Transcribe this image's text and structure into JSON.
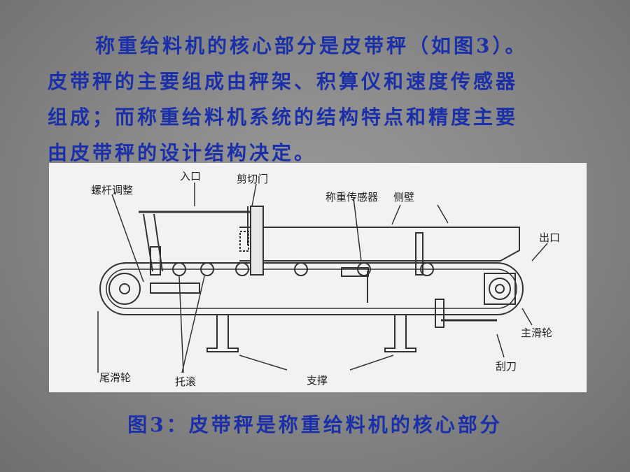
{
  "paragraph": {
    "line1": "称重给料机的核心部分是皮带秤（如图3）。",
    "line2": "皮带秤的主要组成由秤架、积算仪和速度传感器",
    "line3": "组成；而称重给料机系统的结构特点和精度主要",
    "line4": "由皮带秤的设计结构决定。"
  },
  "figure": {
    "labels": {
      "screw_adjust": "螺杆调整",
      "inlet": "入口",
      "shear_gate": "剪切门",
      "load_sensor": "称重传感器",
      "side_wall": "侧壁",
      "outlet": "出口",
      "main_pulley": "主滑轮",
      "scraper": "刮刀",
      "support": "支撑",
      "idler": "托滚",
      "tail_pulley": "尾滑轮"
    }
  },
  "caption": "图3：皮带秤是称重给料机的核心部分",
  "colors": {
    "text": "#1a2fa8",
    "background": "#858585",
    "figure_bg": "#f2f2f2"
  }
}
